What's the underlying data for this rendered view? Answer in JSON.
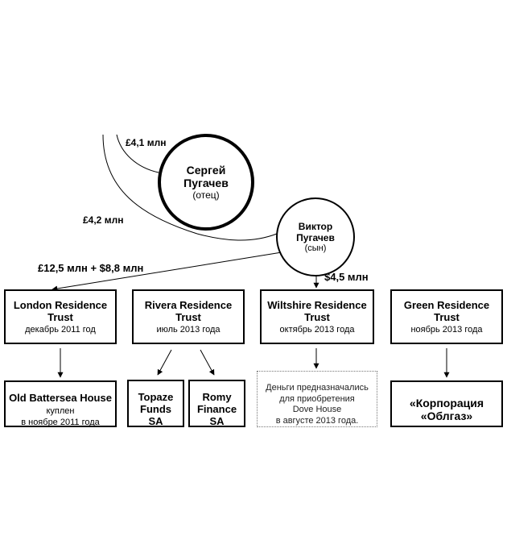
{
  "persons": {
    "sergey": {
      "name_line1": "Сергей",
      "name_line2": "Пугачев",
      "role": "(отец)"
    },
    "viktor": {
      "name_line1": "Виктор",
      "name_line2": "Пугачев",
      "role": "(сын)"
    }
  },
  "amounts": {
    "a1": "£4,1 млн",
    "a2": "£4,2 млн",
    "a3": "£12,5 млн + $8,8 млн",
    "a4": "$4,5 млн"
  },
  "trusts": [
    {
      "name_line1": "London Residence",
      "name_line2": "Trust",
      "date": "декабрь 2011 год"
    },
    {
      "name_line1": "Rivera Residence",
      "name_line2": "Trust",
      "date": "июль 2013 года"
    },
    {
      "name_line1": "Wiltshire Residence",
      "name_line2": "Trust",
      "date": "октябрь 2013 года"
    },
    {
      "name_line1": "Green Residence",
      "name_line2": "Trust",
      "date": "ноябрь 2013 года"
    }
  ],
  "children": {
    "battersea": {
      "name": "Old Battersea House",
      "line1": "куплен",
      "line2": "в ноябре 2011 года"
    },
    "topaze": {
      "line1": "Topaze",
      "line2": "Funds",
      "line3": "SA"
    },
    "romy": {
      "line1": "Romy",
      "line2": "Finance",
      "line3": "SA"
    },
    "note": {
      "line1": "Деньги предназначались",
      "line2": "для приобретения",
      "line3": "Dove House",
      "line4": "в августе 2013 года."
    },
    "oblgaz": {
      "line1": "«Корпорация",
      "line2": "«Облгаз»"
    }
  }
}
